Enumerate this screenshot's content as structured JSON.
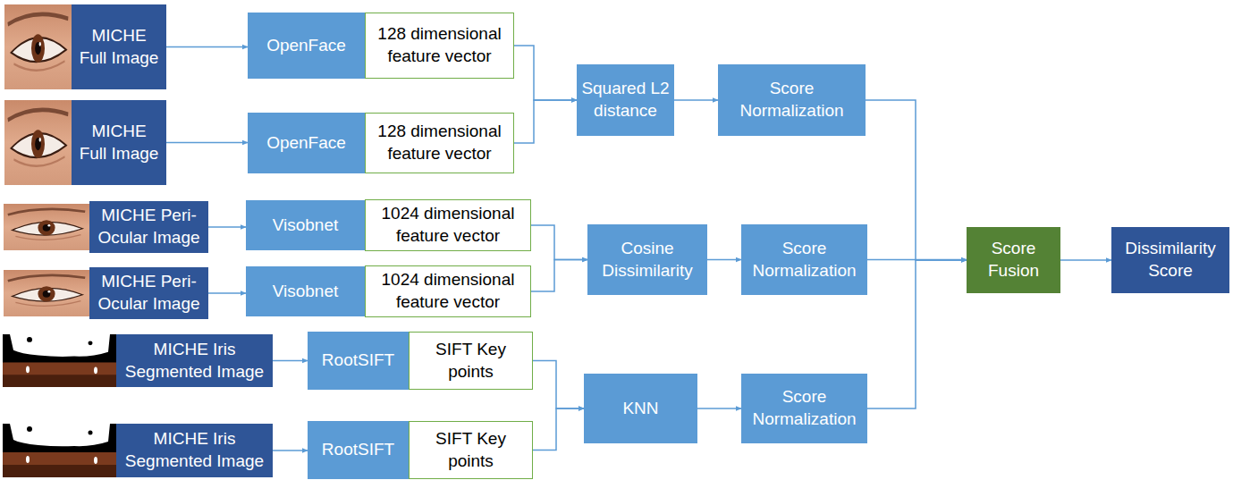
{
  "diagram": {
    "nodes": [
      {
        "text": [
          "MICHE Full Image"
        ]
      },
      {
        "text": [
          "OpenFace"
        ]
      },
      {
        "text": [
          "128 dimensional feature vector"
        ]
      },
      {
        "text": [
          "Squared L2 distance"
        ]
      },
      {
        "text": [
          "Score Normalization"
        ]
      },
      {
        "text": [
          "MICHE Full Image"
        ]
      },
      {
        "text": [
          "OpenFace"
        ]
      },
      {
        "text": [
          "128 dimensional feature vector"
        ]
      },
      {
        "text": [
          "MICHE Peri-Ocular Image"
        ]
      },
      {
        "text": [
          "Visobnet"
        ]
      },
      {
        "text": [
          "1024 dimensional feature vector"
        ]
      },
      {
        "text": [
          "Cosine Dissimilarity"
        ]
      },
      {
        "text": [
          "Score Normalization"
        ]
      },
      {
        "text": [
          "Score Fusion"
        ]
      },
      {
        "text": [
          "Dissimilarity Score"
        ]
      },
      {
        "text": [
          "MICHE Peri-Ocular Image"
        ]
      },
      {
        "text": [
          "Visobnet"
        ]
      },
      {
        "text": [
          "1024 dimensional feature vector"
        ]
      },
      {
        "text": [
          "MICHE Iris Segmented Image"
        ]
      },
      {
        "text": [
          "RootSIFT"
        ]
      },
      {
        "text": [
          "SIFT Key points"
        ]
      },
      {
        "text": [
          "KNN"
        ]
      },
      {
        "text": [
          "Score Normalization"
        ]
      },
      {
        "text": [
          "MICHE Iris Segmented Image"
        ]
      },
      {
        "text": [
          "RootSIFT"
        ]
      },
      {
        "text": [
          "SIFT Key points"
        ]
      }
    ],
    "edges": [
      {
        "from": 0,
        "to": 1,
        "arrow": "to"
      },
      {
        "from": 2,
        "to": 3,
        "arrow": "to"
      },
      {
        "from": 7,
        "to": 3,
        "arrow": "to"
      },
      {
        "from": 3,
        "to": 4,
        "arrow": "to"
      },
      {
        "from": 5,
        "to": 6,
        "arrow": "to"
      },
      {
        "from": 8,
        "to": 9,
        "arrow": "to"
      },
      {
        "from": 10,
        "to": 11,
        "arrow": "to"
      },
      {
        "from": 17,
        "to": 11,
        "arrow": "to"
      },
      {
        "from": 11,
        "to": 12,
        "arrow": "to"
      },
      {
        "from": 15,
        "to": 16,
        "arrow": "to"
      },
      {
        "from": 18,
        "to": 19,
        "arrow": "to"
      },
      {
        "from": 20,
        "to": 21,
        "arrow": "to"
      },
      {
        "from": 25,
        "to": 21,
        "arrow": "to"
      },
      {
        "from": 21,
        "to": 22,
        "arrow": "to"
      },
      {
        "from": 23,
        "to": 24,
        "arrow": "to"
      },
      {
        "from": 4,
        "to": 13,
        "arrow": "to"
      },
      {
        "from": 12,
        "to": 13,
        "arrow": "to"
      },
      {
        "from": 22,
        "to": 13,
        "arrow": "to"
      },
      {
        "from": 13,
        "to": 14,
        "arrow": "to"
      }
    ]
  }
}
